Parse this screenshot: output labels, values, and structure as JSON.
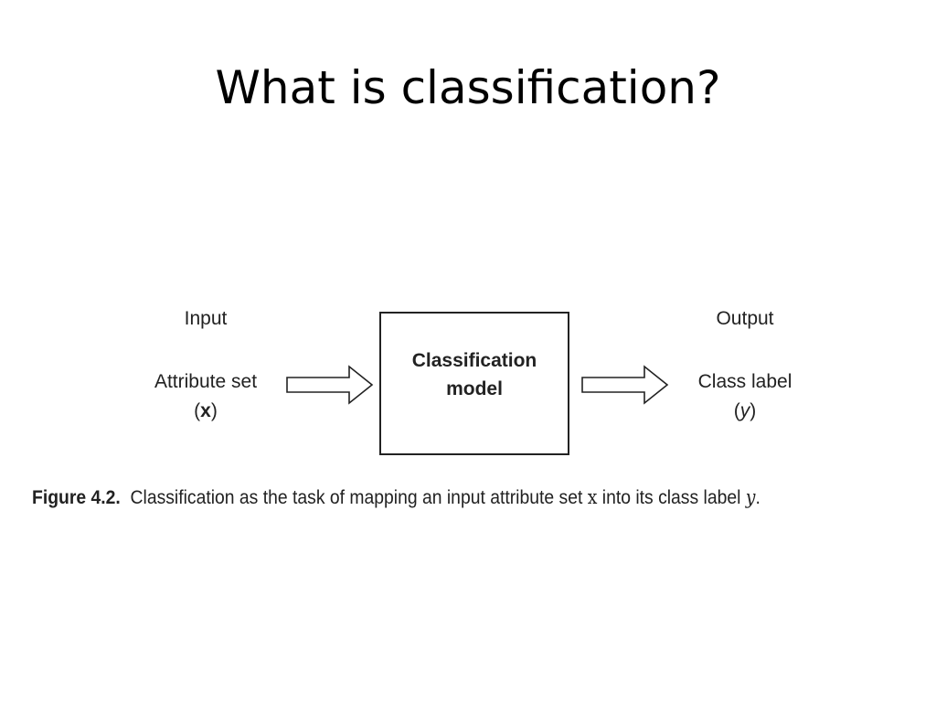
{
  "slide": {
    "title": "What is classification?"
  },
  "diagram": {
    "input": {
      "heading": "Input",
      "line1": "Attribute set",
      "paren_open": "(",
      "symbol": "x",
      "paren_close": ")"
    },
    "model": {
      "line1": "Classification",
      "line2": "model"
    },
    "output": {
      "heading": "Output",
      "line1": "Class label",
      "paren_open": "(",
      "symbol": "y",
      "paren_close": ")"
    }
  },
  "caption": {
    "figure_label": "Figure 4.2.",
    "text_before": "Classification as the task of mapping an input attribute set",
    "symbol_x": "x",
    "text_middle": "into its class label",
    "symbol_y": "y",
    "text_end": "."
  },
  "colors": {
    "background": "#ffffff",
    "text": "#222222",
    "title": "#000000"
  }
}
